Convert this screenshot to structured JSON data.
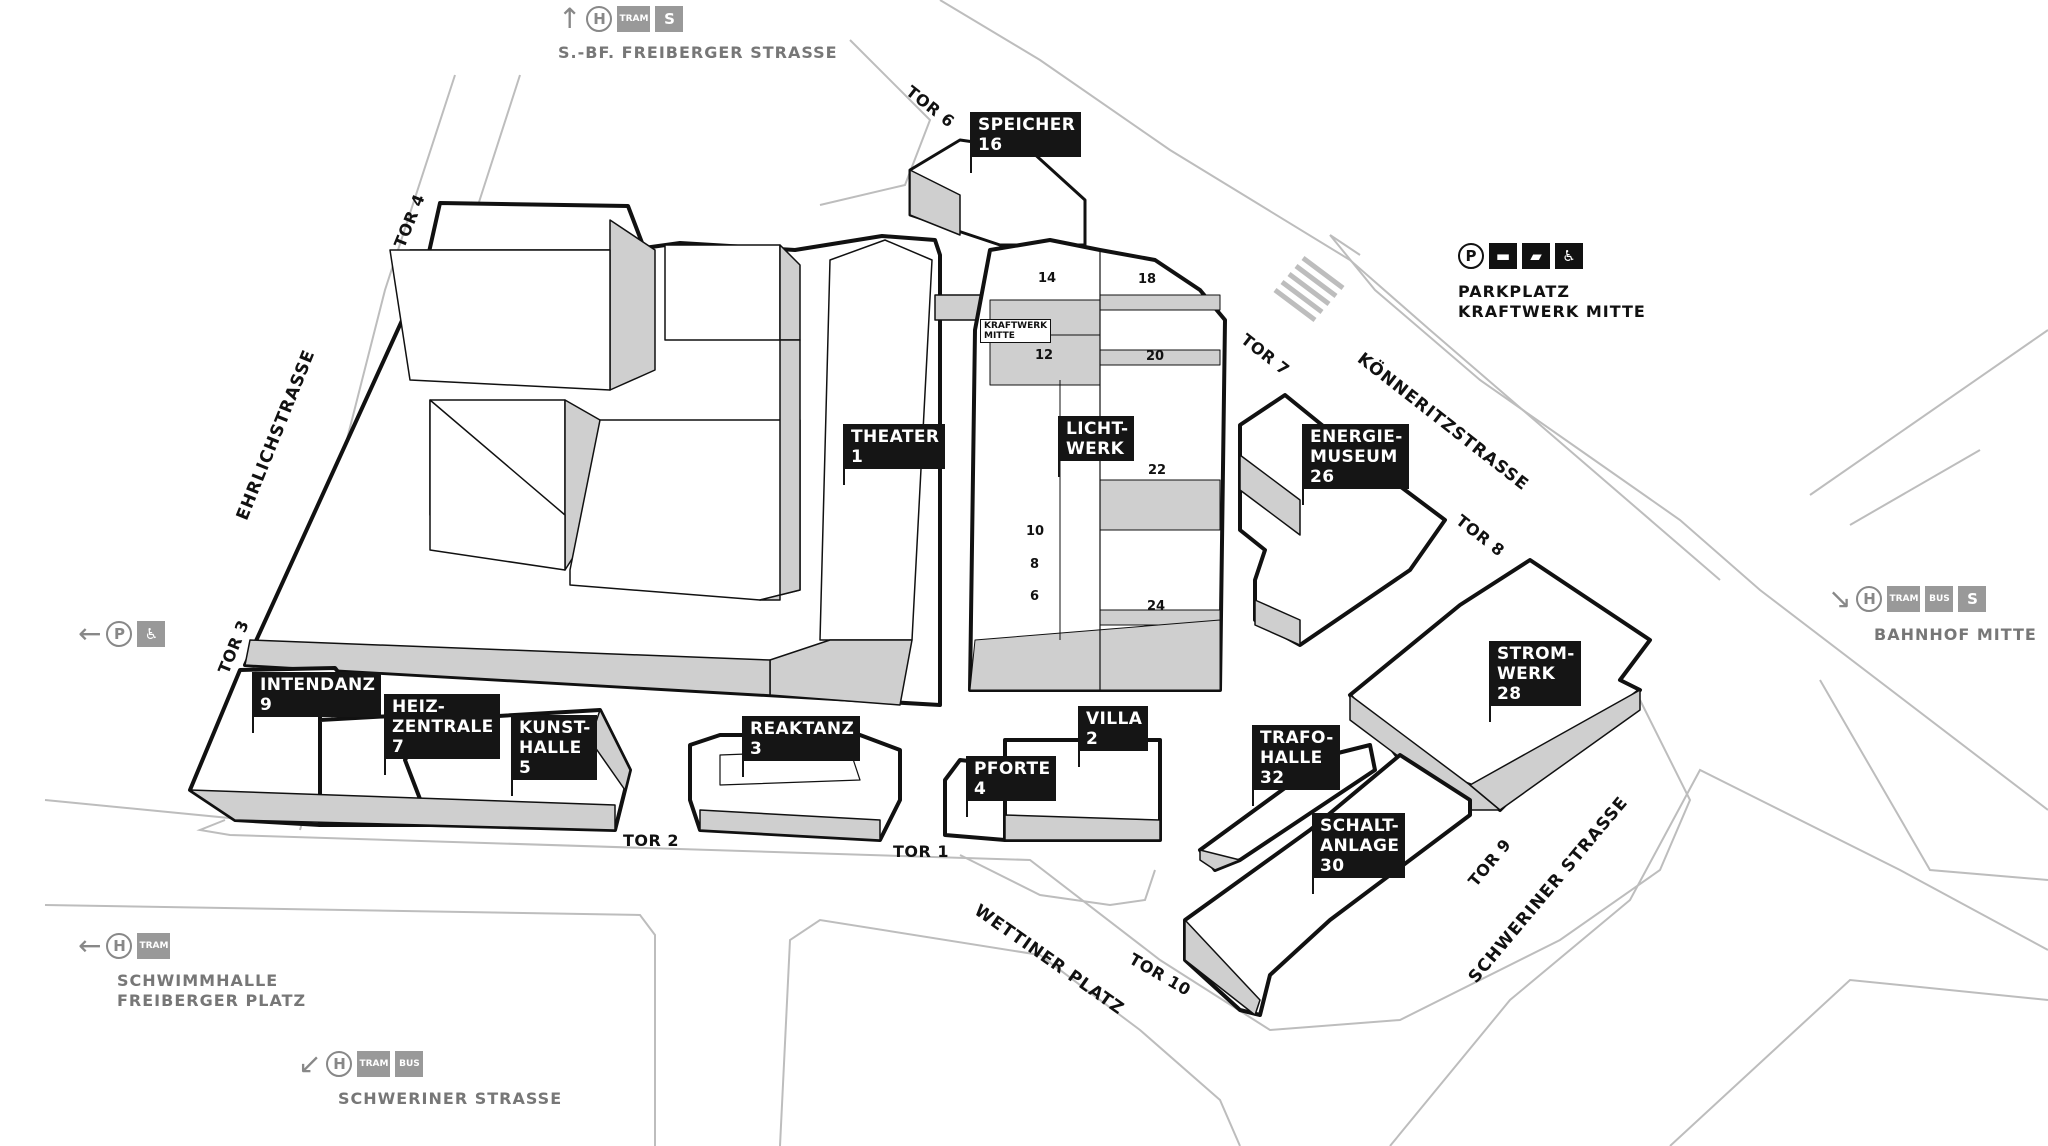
{
  "buildings": [
    {
      "id": "speicher",
      "name": "SPEICHER",
      "number": "16"
    },
    {
      "id": "theater",
      "name": "THEATER",
      "number": "1"
    },
    {
      "id": "lichtwerk",
      "name": "LICHT-\nWERK",
      "number": ""
    },
    {
      "id": "energiemuseum",
      "name": "ENERGIE-\nMUSEUM",
      "number": "26"
    },
    {
      "id": "stromwerk",
      "name": "STROM-\nWERK",
      "number": "28"
    },
    {
      "id": "intendanz",
      "name": "INTENDANZ",
      "number": "9"
    },
    {
      "id": "heizzentrale",
      "name": "HEIZ-\nZENTRALE",
      "number": "7"
    },
    {
      "id": "kunsthalle",
      "name": "KUNST-\nHALLE",
      "number": "5"
    },
    {
      "id": "reaktanz",
      "name": "REAKTANZ",
      "number": "3"
    },
    {
      "id": "villa",
      "name": "VILLA",
      "number": "2"
    },
    {
      "id": "pforte",
      "name": "PFORTE",
      "number": "4"
    },
    {
      "id": "trafohalle",
      "name": "TRAFO-\nHALLE",
      "number": "32"
    },
    {
      "id": "schaltanlage",
      "name": "SCHALT-\nANLAGE",
      "number": "30"
    }
  ],
  "kraftwerk_sign": "KRAFTWERK\nMITTE",
  "room_numbers": [
    "14",
    "18",
    "12",
    "20",
    "22",
    "10",
    "8",
    "6",
    "24"
  ],
  "gates": [
    "TOR 6",
    "TOR 4",
    "TOR 3",
    "TOR 2",
    "TOR 1",
    "TOR 7",
    "TOR 8",
    "TOR 9",
    "TOR 10"
  ],
  "streets": [
    "EHRLICHSTRASSE",
    "KÖNNERITZSTRASSE",
    "WETTINER PLATZ",
    "SCHWERINER STRASSE"
  ],
  "transit": {
    "top": {
      "label": "S.-BF. FREIBERGER STRASSE",
      "icons": [
        "arrow-up",
        "H",
        "TRAM",
        "S"
      ]
    },
    "left": {
      "icons": [
        "arrow-left",
        "P",
        "wheelchair"
      ]
    },
    "bottom_left": {
      "label": "SCHWIMMHALLE\nFREIBERGER PLATZ",
      "icons": [
        "arrow-left",
        "H",
        "TRAM"
      ]
    },
    "bottom": {
      "label": "SCHWERINER STRASSE",
      "icons": [
        "arrow-down-left",
        "H",
        "TRAM",
        "BUS"
      ]
    },
    "right": {
      "label": "BAHNHOF MITTE",
      "icons": [
        "arrow-down-right",
        "H",
        "TRAM",
        "BUS",
        "S"
      ]
    },
    "parking": {
      "label": "PARKPLATZ\nKRAFTWERK MITTE",
      "icons": [
        "P",
        "bus",
        "car",
        "wheelchair"
      ]
    }
  },
  "colors": {
    "outline": "#111111",
    "roof": "#ffffff",
    "wall": "#cfcfcf",
    "road": "#bdbdbd",
    "label_bg": "#151515",
    "transit_gray": "#888888"
  }
}
